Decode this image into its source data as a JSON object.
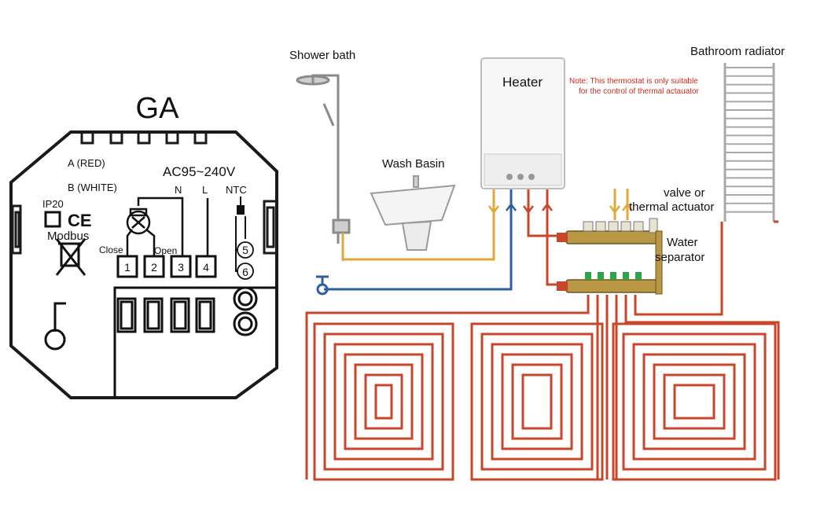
{
  "thermostat": {
    "model": "GA",
    "rs485_a": "A (RED)",
    "rs485_b": "B (WHITE)",
    "ip_rating": "IP20",
    "ce_mark": "CE",
    "modbus": "Modbus",
    "supply": "AC95~240V",
    "label_n": "N",
    "label_l": "L",
    "label_ntc": "NTC",
    "label_close": "Close",
    "label_open": "Open",
    "terminals": [
      "1",
      "2",
      "3",
      "4"
    ],
    "ntc_terminals": [
      "5",
      "6"
    ]
  },
  "system": {
    "shower": "Shower bath",
    "heater": "Heater",
    "note_line1": "Note: This thermostat is only suitable",
    "note_line2": "for the control of thermal actauator",
    "radiator": "Bathroom radiator",
    "wash_basin": "Wash Basin",
    "valve_line1": "valve or",
    "valve_line2": "thermal actuator",
    "separator_line1": "Water",
    "separator_line2": "separator"
  },
  "colors": {
    "supply_pipe": "#c8462b",
    "hot_pipe": "#e0a83a",
    "cold_pipe": "#2f5f9e",
    "note_text": "#d42a1a",
    "outline": "#1a1a1a"
  }
}
